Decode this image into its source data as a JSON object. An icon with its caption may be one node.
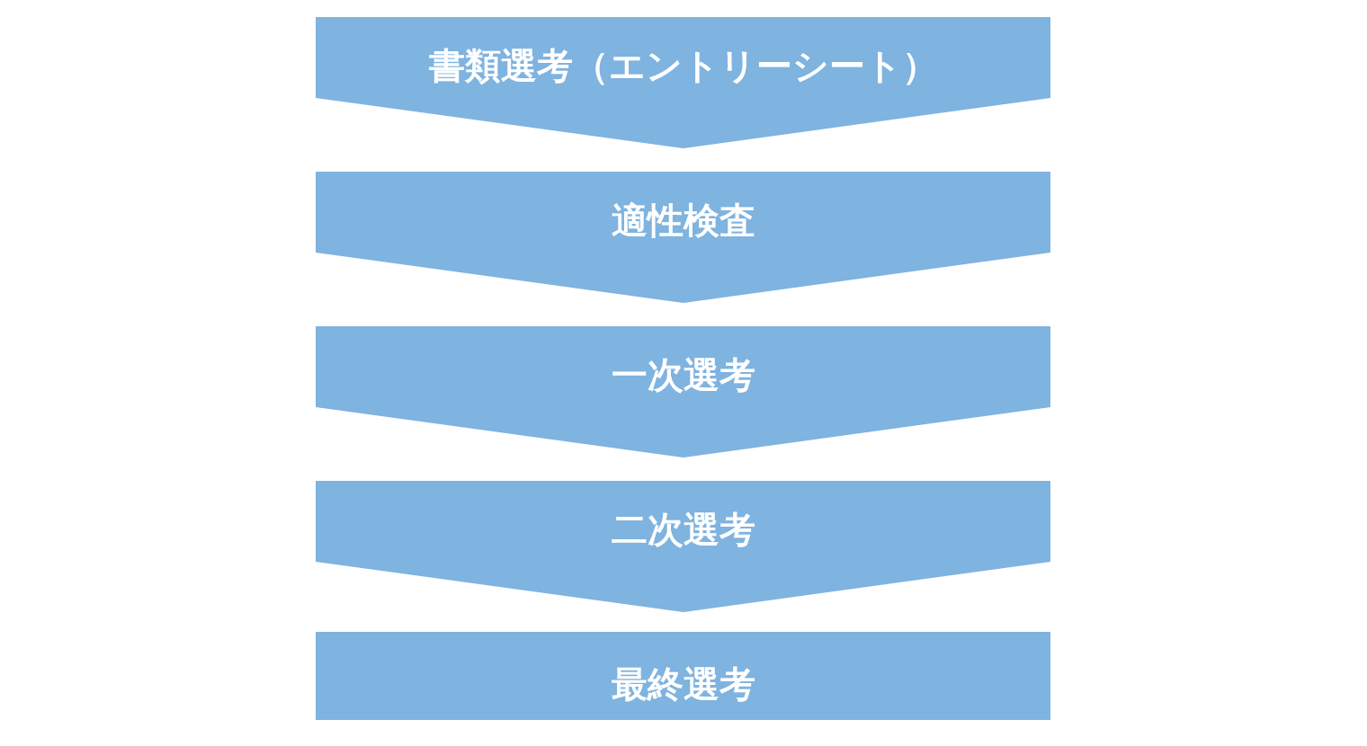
{
  "diagram": {
    "nodes": [
      {
        "text": [
          "書類選考（エントリーシート）"
        ]
      },
      {
        "text": [
          "適性検査"
        ]
      },
      {
        "text": [
          "一次選考"
        ]
      },
      {
        "text": [
          "二次選考"
        ]
      },
      {
        "text": [
          "最終選考"
        ]
      }
    ]
  }
}
